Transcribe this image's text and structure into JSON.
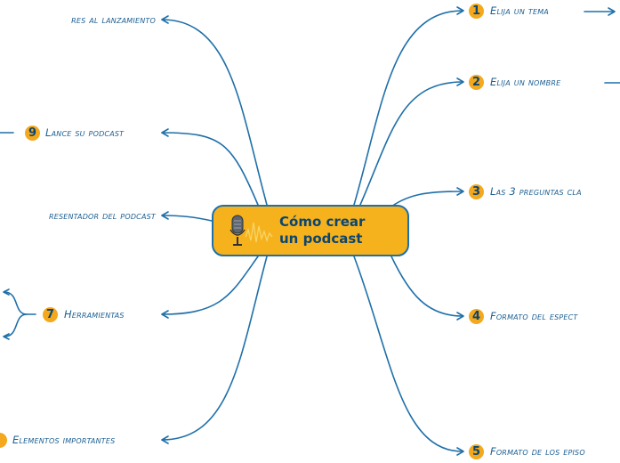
{
  "central_topic": {
    "title_line1": "Cómo crear",
    "title_line2": "un podcast",
    "icon": "microphone-icon"
  },
  "right_branches": [
    {
      "number": "1",
      "label": "Elija un tema"
    },
    {
      "number": "2",
      "label": "Elija un nombre"
    },
    {
      "number": "3",
      "label": "Las 3 preguntas cla"
    },
    {
      "number": "4",
      "label": "Formato del espect"
    },
    {
      "number": "5",
      "label": "Formato de los episo"
    }
  ],
  "left_branches": [
    {
      "number": "",
      "label": "res al lanzamiento"
    },
    {
      "number": "9",
      "label": "Lance su podcast"
    },
    {
      "number": "",
      "label": "resentador del podcast"
    },
    {
      "number": "7",
      "label": "Herramientas"
    },
    {
      "number": "",
      "label": "Elementos importantes"
    }
  ],
  "colors": {
    "line": "#1f6fa8",
    "text": "#1b5f93",
    "badge": "#f3a81d",
    "central_fill": "#f6b21c"
  }
}
